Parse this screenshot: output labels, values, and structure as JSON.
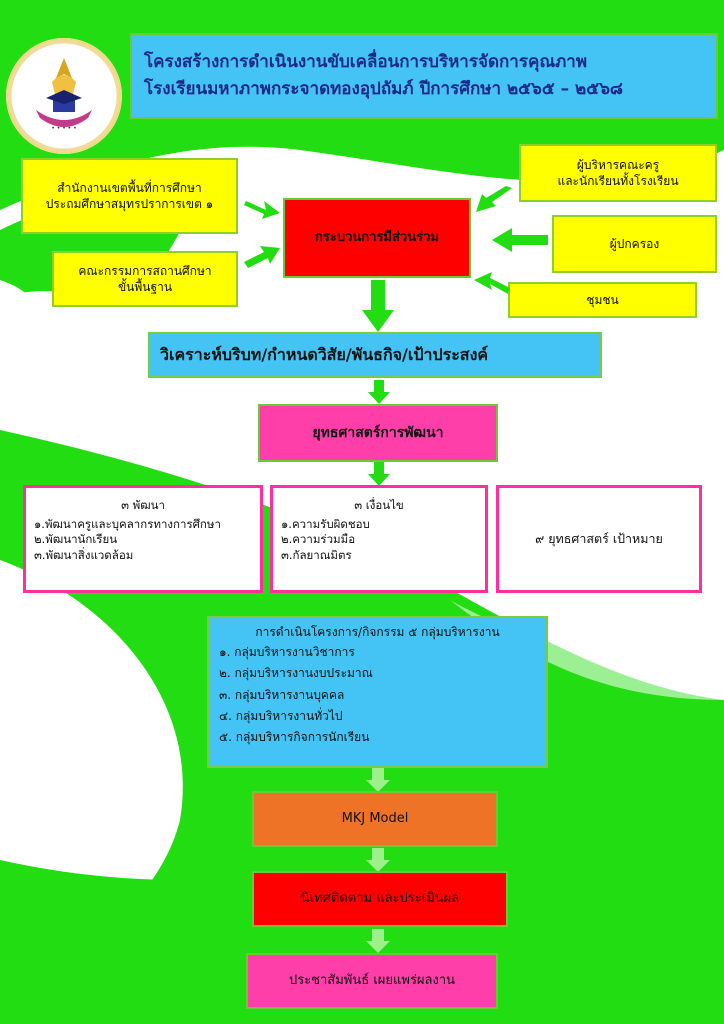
{
  "title": {
    "line1": "โครงสร้างการดำเนินงานขับเคลื่อนการบริหารจัดการคุณภาพ",
    "line2": "โรงเรียนมหาภาพกระจาดทองอุปถัมภ์ ปีการศึกษา ๒๕๖๕ – ๒๕๖๘"
  },
  "stakeholders": {
    "office": [
      "สำนักงานเขตพื้นที่การศึกษา",
      "ประถมศึกษาสมุทรปราการเขต ๑"
    ],
    "board": [
      "คณะกรรมการสถานศึกษา",
      "ขั้นพื้นฐาน"
    ],
    "admins": [
      "ผู้บริหารคณะครู",
      "และนักเรียนทั้งโรงเรียน"
    ],
    "parents": "ผู้ปกครอง",
    "community": "ชุมชน"
  },
  "participation": "กระบวนการมีส่วนร่วม",
  "analysis": "วิเคราะห์บริบท/กำหนดวิสัย/พันธกิจ/เป้าประสงค์",
  "strategy": "ยุทธศาสตร์การพัฒนา",
  "develop": {
    "heading": "๓ พัฒนา",
    "items": [
      "๑.พัฒนาครูและบุคลากรทางการศึกษา",
      "๒.พัฒนานักเรียน",
      "๓.พัฒนาสิ่งแวดล้อม"
    ]
  },
  "conditions": {
    "heading": "๓ เงื่อนไข",
    "items": [
      "๑.ความรับผิดชอบ",
      "๒.ความร่วมมือ",
      "๓.กัลยาณมิตร"
    ]
  },
  "targets": "๙ ยุทธศาสตร์ เป้าหมาย",
  "operations": {
    "heading": "การดำเนินโครงการ/กิจกรรม ๕ กลุ่มบริหารงาน",
    "items": [
      "๑. กลุ่มบริหารงานวิชาการ",
      "๒. กลุ่มบริหารงานงบประมาณ",
      "๓. กลุ่มบริหารงานบุคคล",
      "๔. กลุ่มบริหารงานทั่วไป",
      "๕. กลุ่มบริหารกิจการนักเรียน"
    ]
  },
  "model": "MKJ Model",
  "monitor": "นิเทศติดตาม และประเมินผล",
  "publicize": "ประชาสัมพันธ์ เผยแพร่ผลงาน",
  "colors": {
    "green": "#22dd11",
    "yellow": "#ffff00",
    "red": "#ff0000",
    "cyan": "#44c4f4",
    "magenta": "#ff3fa9",
    "orange": "#ef7327",
    "title_text": "#1c2a8a"
  }
}
